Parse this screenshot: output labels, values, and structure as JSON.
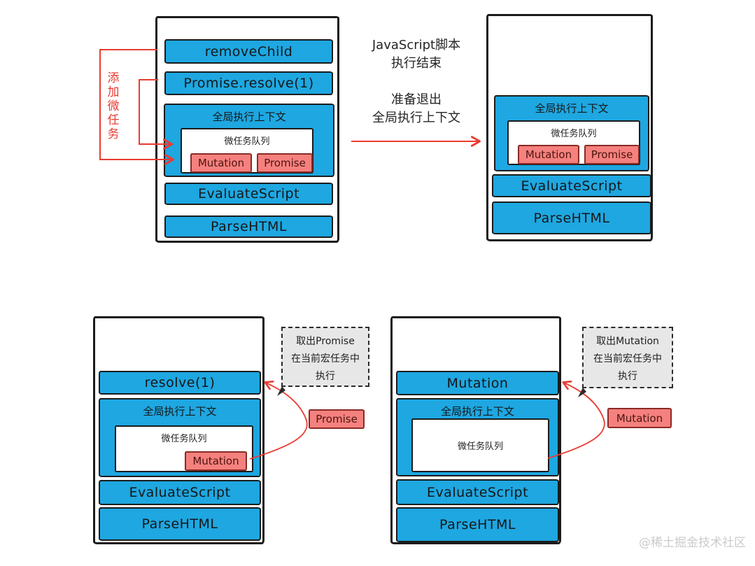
{
  "colors": {
    "box_blue": "#1EA7E1",
    "tag_salmon": "#F5817E",
    "arrow_red": "#E93C32",
    "callout_gray": "#E7E7E7"
  },
  "panels": {
    "top_left": {
      "frames": [
        "removeChild",
        "Promise.resolve(1)"
      ],
      "context_label": "全局执行上下文",
      "queue_label": "微任务队列",
      "queue_items": [
        "Mutation",
        "Promise"
      ],
      "evaluate_label": "EvaluateScript",
      "parse_label": "ParseHTML"
    },
    "top_right": {
      "context_label": "全局执行上下文",
      "queue_label": "微任务队列",
      "queue_items": [
        "Mutation",
        "Promise"
      ],
      "evaluate_label": "EvaluateScript",
      "parse_label": "ParseHTML"
    },
    "bottom_left": {
      "frames": [
        "resolve(1)"
      ],
      "context_label": "全局执行上下文",
      "queue_label": "微任务队列",
      "queue_items": [
        "Mutation"
      ],
      "evaluate_label": "EvaluateScript",
      "parse_label": "ParseHTML"
    },
    "bottom_right": {
      "frames": [
        "Mutation"
      ],
      "context_label": "全局执行上下文",
      "queue_label": "微任务队列",
      "queue_items": [],
      "evaluate_label": "EvaluateScript",
      "parse_label": "ParseHTML"
    }
  },
  "annotations": {
    "add_microtask": "添加微任务",
    "script_done": [
      "JavaScript脚本",
      "执行结束"
    ],
    "exit_context": [
      "准备退出",
      "全局执行上下文"
    ],
    "callout_promise": [
      "取出Promise",
      "在当前宏任务中",
      "执行"
    ],
    "callout_mutation": [
      "取出Mutation",
      "在当前宏任务中",
      "执行"
    ],
    "tag_promise": "Promise",
    "tag_mutation": "Mutation"
  },
  "watermark": "@稀土掘金技术社区"
}
